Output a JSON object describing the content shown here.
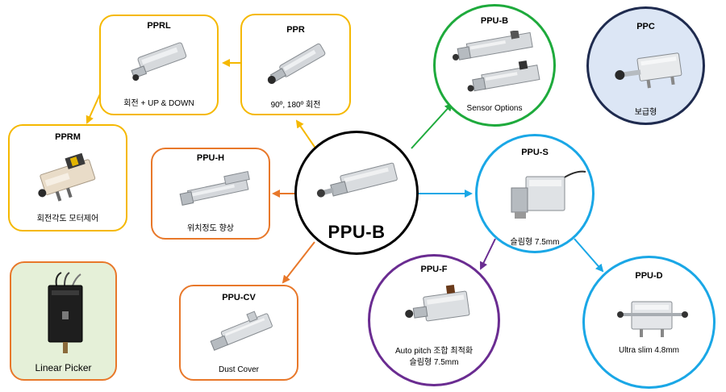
{
  "center": {
    "title": "PPU-B"
  },
  "nodes": {
    "pprl": {
      "title": "PPRL",
      "caption": "회전 + UP & DOWN",
      "color": "#F5B800"
    },
    "ppr": {
      "title": "PPR",
      "caption": "90º, 180º 회전",
      "color": "#F5B800"
    },
    "pprm": {
      "title": "PPRM",
      "caption": "회전각도 모터제어",
      "color": "#F5B800"
    },
    "ppuh": {
      "title": "PPU-H",
      "caption": "위치정도 향상",
      "color": "#E8782A"
    },
    "ppucv": {
      "title": "PPU-CV",
      "caption": "Dust Cover",
      "color": "#E8782A"
    },
    "ppub_sensor": {
      "title": "PPU-B",
      "caption": "Sensor Options",
      "color": "#1EAA3C"
    },
    "ppc": {
      "title": "PPC",
      "caption": "보급형",
      "color": "#1F2B4F",
      "bg": "#DCE6F5"
    },
    "ppus": {
      "title": "PPU-S",
      "caption": "슬림형 7.5mm",
      "color": "#1AA7E6"
    },
    "ppuf": {
      "title": "PPU-F",
      "caption_line1": "Auto pitch 조합 최적화",
      "caption_line2": "슬림형 7.5mm",
      "color": "#6A2C91"
    },
    "ppud": {
      "title": "PPU-D",
      "caption": "Ultra slim 4.8mm",
      "color": "#1AA7E6"
    },
    "linear": {
      "caption": "Linear Picker",
      "color": "#E8782A",
      "bg": "#E5F0D8"
    }
  }
}
